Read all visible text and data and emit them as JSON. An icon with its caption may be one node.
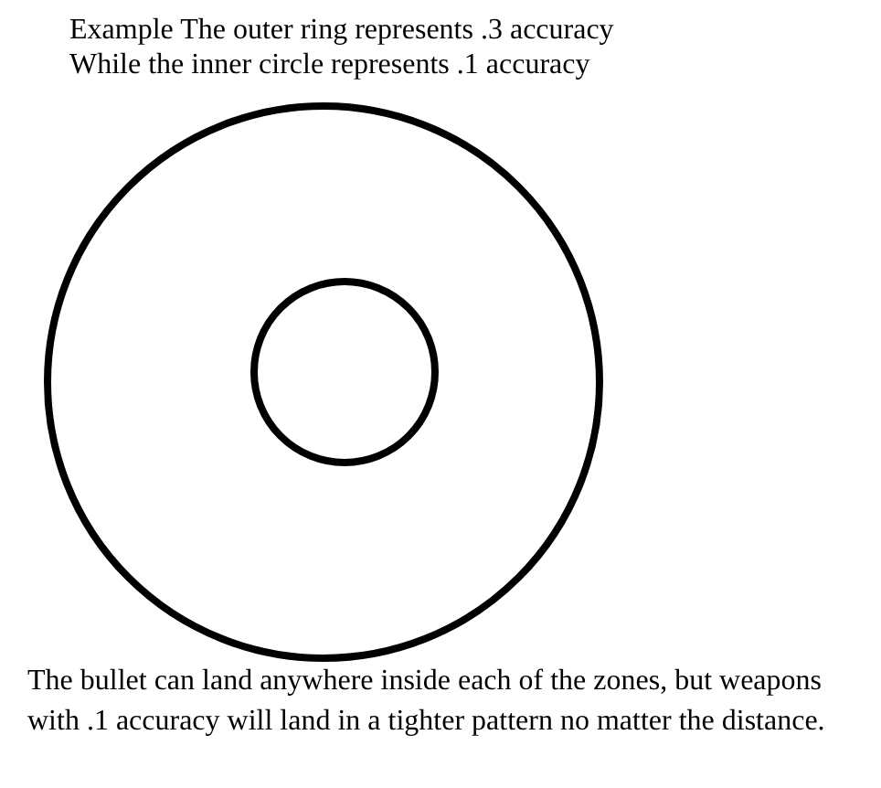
{
  "diagram": {
    "nodes": [
      {
        "text": [],
        "shape": "circle"
      },
      {
        "text": [],
        "shape": "circle",
        "in": 0
      }
    ],
    "labels": [
      "Example The outer ring represents .3 accuracy",
      "While the inner circle represents .1 accuracy",
      "The bullet can land anywhere inside each of the zones, but weapons with .1 accuracy will land in a tighter pattern no matter the distance."
    ]
  }
}
